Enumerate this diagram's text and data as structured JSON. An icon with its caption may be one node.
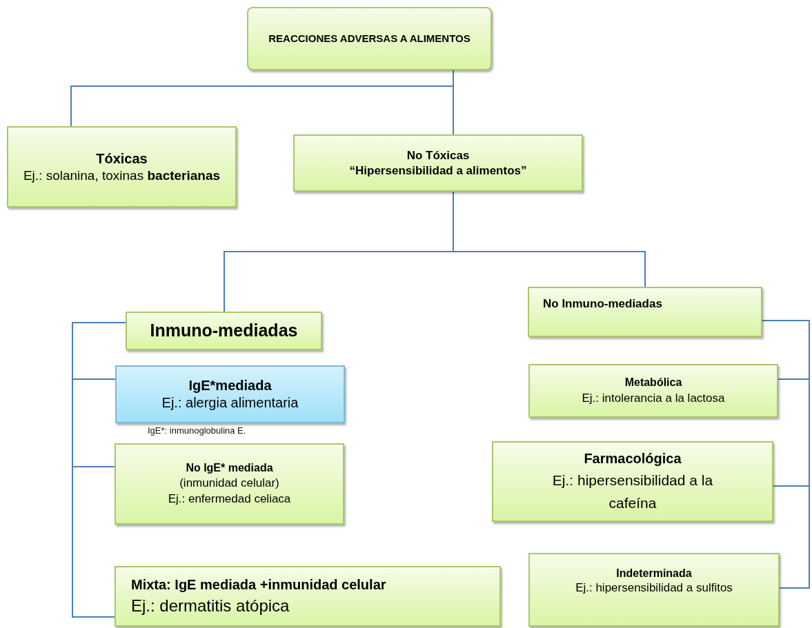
{
  "diagram": {
    "nodes": [
      {
        "text": [
          "REACCIONES ADVERSAS A ALIMENTOS"
        ]
      },
      {
        "text": [
          "Tóxicas",
          "Ej.: solanina, toxinas **bacterianas**"
        ]
      },
      {
        "text": [
          "No Tóxicas",
          "“Hipersensibilidad a alimentos”"
        ]
      },
      {
        "text": [
          "Inmuno-mediadas"
        ]
      },
      {
        "text": [
          "No Inmuno-mediadas"
        ]
      },
      {
        "text": [
          "IgE*mediada",
          "Ej.: alergia alimentaria"
        ]
      },
      {
        "text": [
          "No  IgE* mediada",
          "(inmunidad celular)",
          "Ej.: enfermedad celiaca"
        ]
      },
      {
        "text": [
          "Mixta: IgE mediada +inmunidad celular",
          "Ej.: dermatitis atópica"
        ]
      },
      {
        "text": [
          "Metabólica",
          "Ej.: intolerancia a la lactosa"
        ]
      },
      {
        "text": [
          "Farmacológica",
          "Ej.: hipersensibilidad a la cafeína"
        ]
      },
      {
        "text": [
          "Indeterminada",
          "Ej.: hipersensibilidad a sulfitos"
        ]
      }
    ],
    "edges": [
      {
        "from": 0,
        "to": 1,
        "arrow": "none"
      },
      {
        "from": 0,
        "to": 2,
        "arrow": "none"
      },
      {
        "from": 2,
        "to": 3,
        "arrow": "none"
      },
      {
        "from": 2,
        "to": 4,
        "arrow": "none"
      },
      {
        "from": 3,
        "to": 5,
        "arrow": "none"
      },
      {
        "from": 3,
        "to": 6,
        "arrow": "none"
      },
      {
        "from": 3,
        "to": 7,
        "arrow": "none"
      },
      {
        "from": 4,
        "to": 8,
        "arrow": "none"
      },
      {
        "from": 4,
        "to": 9,
        "arrow": "none"
      },
      {
        "from": 4,
        "to": 10,
        "arrow": "none"
      }
    ],
    "labels": [
      "IgE*: inmunoglobulina E."
    ]
  }
}
